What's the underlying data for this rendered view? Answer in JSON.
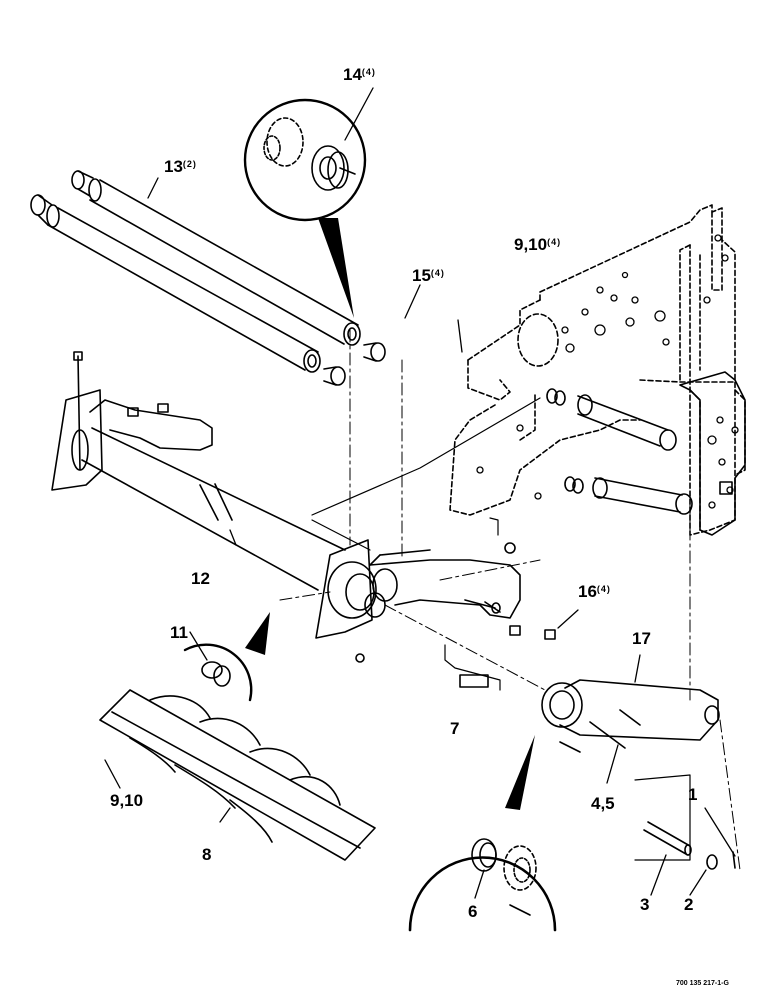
{
  "diagram": {
    "callouts": [
      {
        "num": "14",
        "qty": "(4)"
      },
      {
        "num": "13",
        "qty": "(2)"
      },
      {
        "num": "15",
        "qty": "(4)"
      },
      {
        "num": "9,10",
        "qty": "(4)"
      },
      {
        "num": "12",
        "qty": ""
      },
      {
        "num": "11",
        "qty": ""
      },
      {
        "num": "16",
        "qty": "(4)"
      },
      {
        "num": "17",
        "qty": ""
      },
      {
        "num": "7",
        "qty": ""
      },
      {
        "num": "4,5",
        "qty": ""
      },
      {
        "num": "1",
        "qty": ""
      },
      {
        "num": "9,10",
        "qty": ""
      },
      {
        "num": "8",
        "qty": ""
      },
      {
        "num": "6",
        "qty": ""
      },
      {
        "num": "3",
        "qty": ""
      },
      {
        "num": "2",
        "qty": ""
      }
    ],
    "figure_code": "700 135 217-1-G"
  },
  "colors": {
    "ink": "#000000",
    "paper": "#ffffff",
    "fill_light": "#e6e6e6"
  }
}
